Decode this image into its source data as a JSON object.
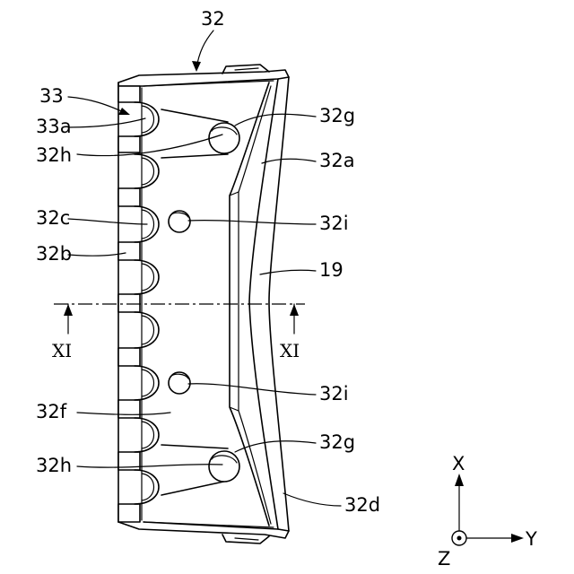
{
  "figure": {
    "labels": {
      "part_32": "32",
      "part_33": "33",
      "part_33a": "33a",
      "part_32h_top": "32h",
      "part_32c": "32c",
      "part_32b": "32b",
      "part_32f": "32f",
      "part_32h_bottom": "32h",
      "part_32g_top": "32g",
      "part_32a": "32a",
      "part_32i_top": "32i",
      "part_19": "19",
      "part_32i_bottom": "32i",
      "part_32g_bottom": "32g",
      "part_32d": "32d",
      "section_left": "XI",
      "section_right": "XI"
    },
    "axes": {
      "x": "X",
      "y": "Y",
      "z": "Z"
    }
  }
}
